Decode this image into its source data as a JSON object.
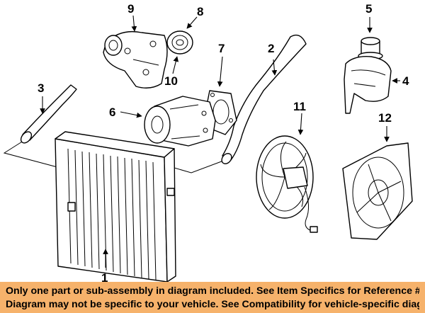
{
  "callouts": {
    "c1": "1",
    "c2": "2",
    "c3": "3",
    "c4": "4",
    "c5": "5",
    "c6": "6",
    "c7": "7",
    "c8": "8",
    "c9": "9",
    "c10": "10",
    "c11": "11",
    "c12": "12"
  },
  "notice": {
    "line1": "Only one part or sub-assembly in diagram included. See Item Specifics for Reference #.",
    "line2": "Diagram may not be specific to your vehicle. See Compatibility for vehicle-specific diagrams."
  },
  "colors": {
    "notice_background": "#f6b26b",
    "line_art": "#000000",
    "background": "#ffffff"
  }
}
